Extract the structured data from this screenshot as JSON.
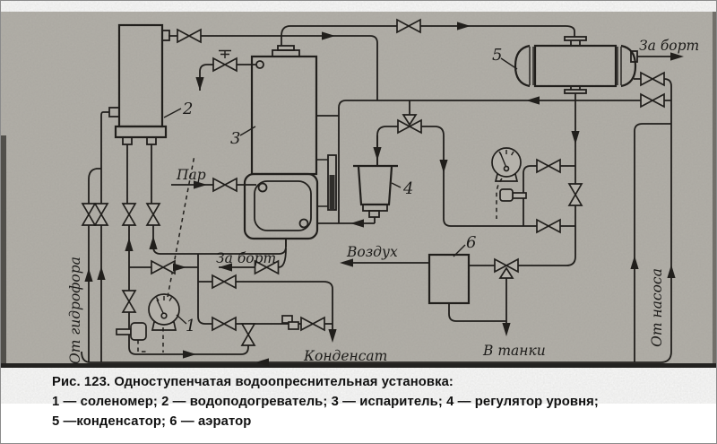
{
  "figure": {
    "caption": {
      "line1": "Рис. 123. Одноступенчатая водоопреснительная установка:",
      "line2": "1 — соленомер; 2 — водоподогреватель; 3 — испаритель; 4 — регулятор уровня;",
      "line3": "5 —конденсатор; 6 — аэратор"
    }
  },
  "diagram": {
    "labels": {
      "steam": "Пар",
      "overboard_top": "За борт",
      "overboard_mid": "За борт",
      "air": "Воздух",
      "to_tanks": "В танки",
      "condensate": "Конденсат",
      "from_hydrophore": "От гидрофора",
      "from_pump": "От насоса"
    },
    "numbers": {
      "salinometer": "1",
      "water_heater": "2",
      "evaporator": "3",
      "level_regulator": "4",
      "condenser": "5",
      "aerator": "6"
    },
    "colors": {
      "paper": "#b5b2ab",
      "ink": "#211f1c",
      "caption_bg": "#ffffff",
      "caption_text": "#111111"
    }
  }
}
